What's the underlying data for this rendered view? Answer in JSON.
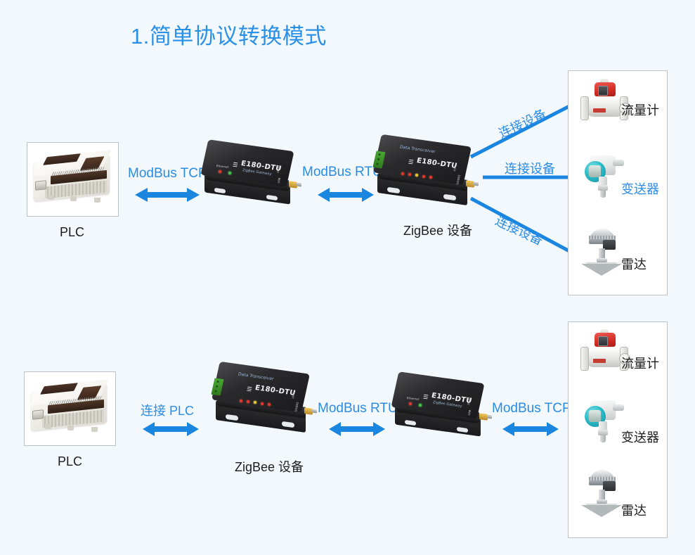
{
  "title": "1.简单协议转换模式",
  "theme": {
    "background": "#f2f8fc",
    "accent_blue": "#2b8ce6",
    "title_blue": "#2b90e8",
    "arrow_blue": "#1a86e0",
    "box_border": "#b9c2ca",
    "label_black": "#1c1c1c"
  },
  "row1": {
    "plc": {
      "label": "PLC"
    },
    "link_plc_to_gateway": {
      "label": "ModBus  TCP",
      "arrow": "bidirectional"
    },
    "gateway": {
      "brand": "E180-DTU",
      "top_text": "ZigBee Gateway",
      "side_text": "Reset",
      "port_text": "WiFi"
    },
    "link_gateway_to_dtu": {
      "label": "ModBus  RTU",
      "arrow": "bidirectional"
    },
    "dtu": {
      "label": "ZigBee 设备",
      "brand": "E180-DTU",
      "top_text": "Data Transceiver",
      "side_text": "ANT",
      "port_text": "DEBUG"
    },
    "connections": [
      {
        "label": "连接设备",
        "direction": "up"
      },
      {
        "label": "连接设备",
        "direction": "flat"
      },
      {
        "label": "连接设备",
        "direction": "down"
      }
    ],
    "sensors": [
      {
        "name": "流量计",
        "type": "flowmeter",
        "color": "#1c1c1c"
      },
      {
        "name": "变送器",
        "type": "transmitter",
        "color": "#2b8ce6"
      },
      {
        "name": "雷达",
        "type": "radar",
        "color": "#1c1c1c"
      }
    ]
  },
  "row2": {
    "plc": {
      "label": "PLC"
    },
    "link_plc_to_dtu": {
      "label": "连接 PLC",
      "arrow": "bidirectional"
    },
    "dtu": {
      "label": "ZigBee 设备",
      "brand": "E180-DTU",
      "top_text": "Data Transceiver",
      "side_text": "ANT",
      "port_text": "DEBUG"
    },
    "link_dtu_to_gateway": {
      "label": "ModBus  RTU",
      "arrow": "bidirectional"
    },
    "gateway": {
      "brand": "E180-DTU",
      "top_text": "ZigBee Gateway",
      "side_text": "Reset",
      "port_text": "WiFi"
    },
    "link_gateway_to_sensors": {
      "label": "ModBus  TCP",
      "arrow": "bidirectional"
    },
    "sensors": [
      {
        "name": "流量计",
        "type": "flowmeter",
        "color": "#1c1c1c"
      },
      {
        "name": "变送器",
        "type": "transmitter",
        "color": "#1c1c1c"
      },
      {
        "name": "雷达",
        "type": "radar",
        "color": "#1c1c1c"
      }
    ]
  }
}
